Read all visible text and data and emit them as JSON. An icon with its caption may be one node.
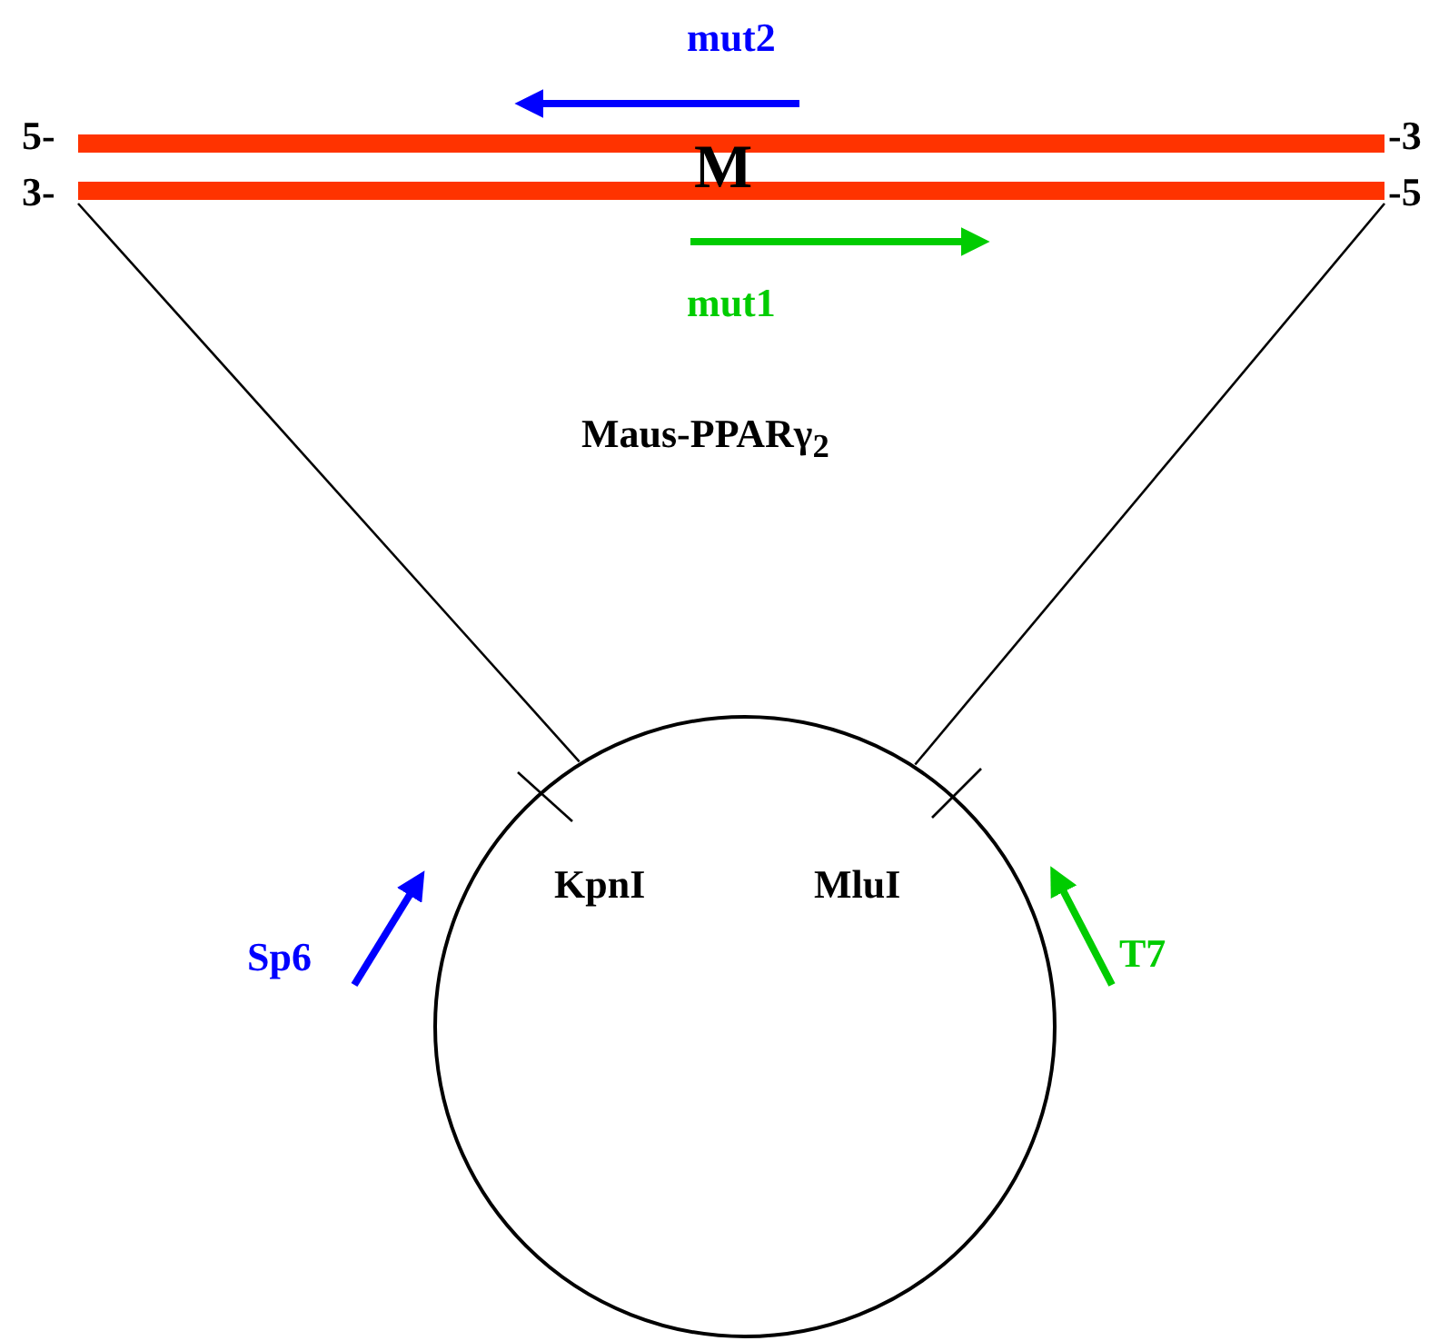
{
  "diagram": {
    "nodes": [
      {
        "text": [
          "M"
        ]
      },
      {
        "text": [],
        "shape": "circle"
      }
    ],
    "edges": [
      {
        "from": 0,
        "to": 1,
        "arrow": "none"
      },
      {
        "from": 0,
        "to": 1,
        "arrow": "none"
      }
    ],
    "labels": [
      "mut2",
      "5-",
      "-3",
      "3-",
      "-5",
      "mut1",
      "Maus-PPARγ$_{2}$",
      "KpnI",
      "MluI",
      "Sp6",
      "T7"
    ]
  }
}
